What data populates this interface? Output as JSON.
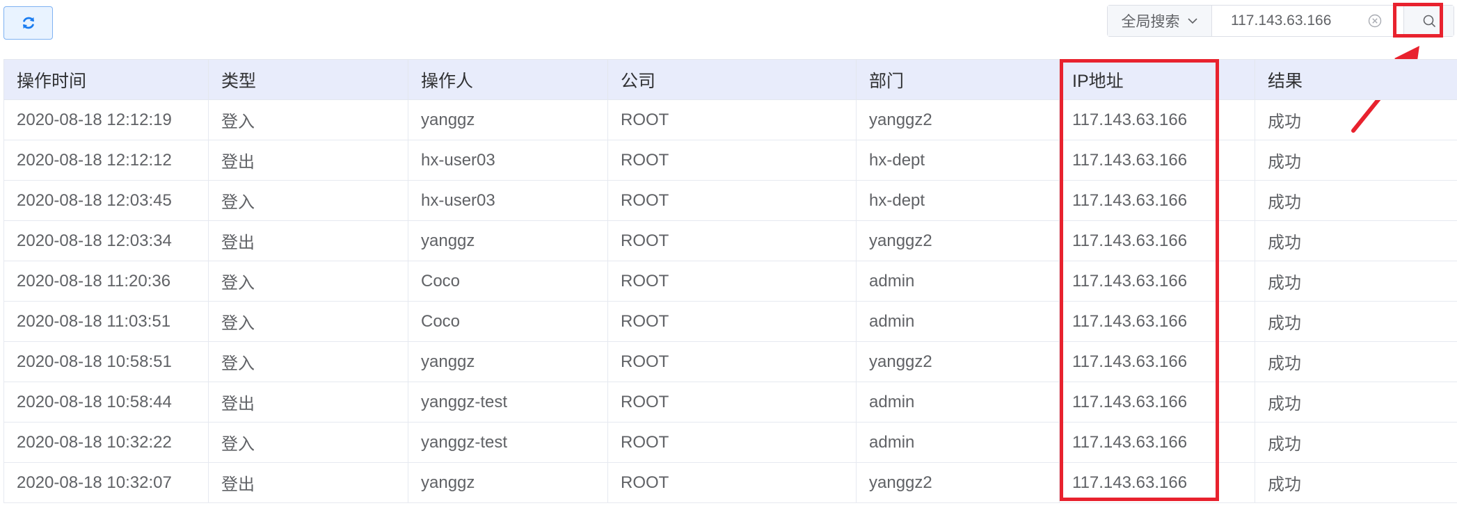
{
  "toolbar": {
    "refresh_icon": "refresh-icon",
    "search": {
      "scope_label": "全局搜索",
      "value": "117.143.63.166",
      "clear_icon": "clear-circle-icon",
      "search_icon": "search-icon"
    }
  },
  "colors": {
    "accent": "#409eff",
    "highlight_red": "#e8222e",
    "header_bg": "#e8ecfb"
  },
  "table": {
    "columns": [
      "操作时间",
      "类型",
      "操作人",
      "公司",
      "部门",
      "IP地址",
      "结果"
    ],
    "rows": [
      [
        "2020-08-18 12:12:19",
        "登入",
        "yanggz",
        "ROOT",
        "yanggz2",
        "117.143.63.166",
        "成功"
      ],
      [
        "2020-08-18 12:12:12",
        "登出",
        "hx-user03",
        "ROOT",
        "hx-dept",
        "117.143.63.166",
        "成功"
      ],
      [
        "2020-08-18 12:03:45",
        "登入",
        "hx-user03",
        "ROOT",
        "hx-dept",
        "117.143.63.166",
        "成功"
      ],
      [
        "2020-08-18 12:03:34",
        "登出",
        "yanggz",
        "ROOT",
        "yanggz2",
        "117.143.63.166",
        "成功"
      ],
      [
        "2020-08-18 11:20:36",
        "登入",
        "Coco",
        "ROOT",
        "admin",
        "117.143.63.166",
        "成功"
      ],
      [
        "2020-08-18 11:03:51",
        "登入",
        "Coco",
        "ROOT",
        "admin",
        "117.143.63.166",
        "成功"
      ],
      [
        "2020-08-18 10:58:51",
        "登入",
        "yanggz",
        "ROOT",
        "yanggz2",
        "117.143.63.166",
        "成功"
      ],
      [
        "2020-08-18 10:58:44",
        "登出",
        "yanggz-test",
        "ROOT",
        "admin",
        "117.143.63.166",
        "成功"
      ],
      [
        "2020-08-18 10:32:22",
        "登入",
        "yanggz-test",
        "ROOT",
        "admin",
        "117.143.63.166",
        "成功"
      ],
      [
        "2020-08-18 10:32:07",
        "登出",
        "yanggz",
        "ROOT",
        "yanggz2",
        "117.143.63.166",
        "成功"
      ]
    ]
  }
}
